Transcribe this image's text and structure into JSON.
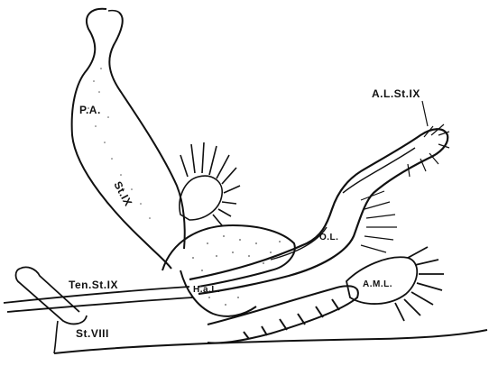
{
  "labels": {
    "pa": "P.A.",
    "st_ix": "St.IX",
    "al_st_ix": "A.L.St.IX",
    "ten_st_ix": "Ten.St.IX",
    "st_viii": "St.VIII",
    "ha": "H.a.L.",
    "aml": "A.M.L.",
    "ol": "O.L."
  },
  "colors": {
    "ink": "#111111",
    "stipple": "#555555",
    "background": "#ffffff"
  }
}
